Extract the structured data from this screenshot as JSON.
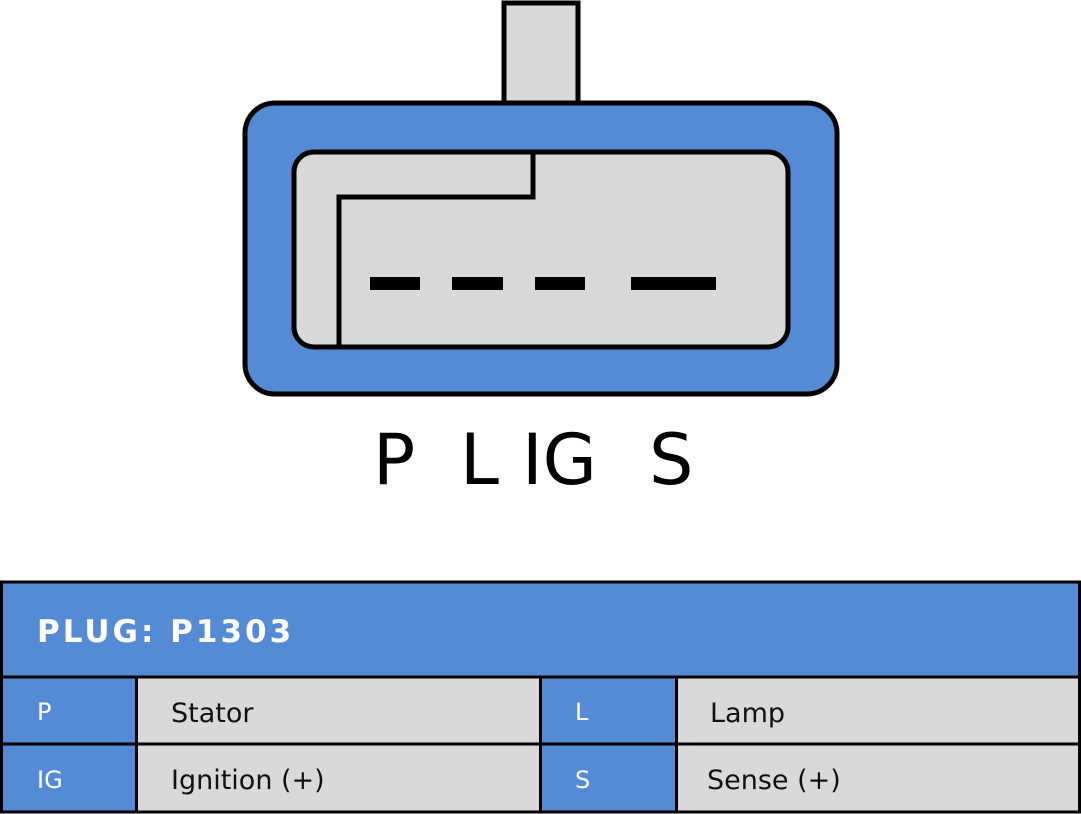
{
  "colors": {
    "blue": "#558bd5",
    "gray": "#d9d9d9",
    "outline": "#000000"
  },
  "connector": {
    "pin_labels": [
      "P",
      "L",
      "IG",
      "S"
    ]
  },
  "table": {
    "header": "PLUG: P1303",
    "rows": [
      [
        {
          "code": "P",
          "desc": "Stator"
        },
        {
          "code": "L",
          "desc": "Lamp"
        }
      ],
      [
        {
          "code": "IG",
          "desc": "Ignition (+)"
        },
        {
          "code": "S",
          "desc": "Sense (+)"
        }
      ]
    ]
  }
}
